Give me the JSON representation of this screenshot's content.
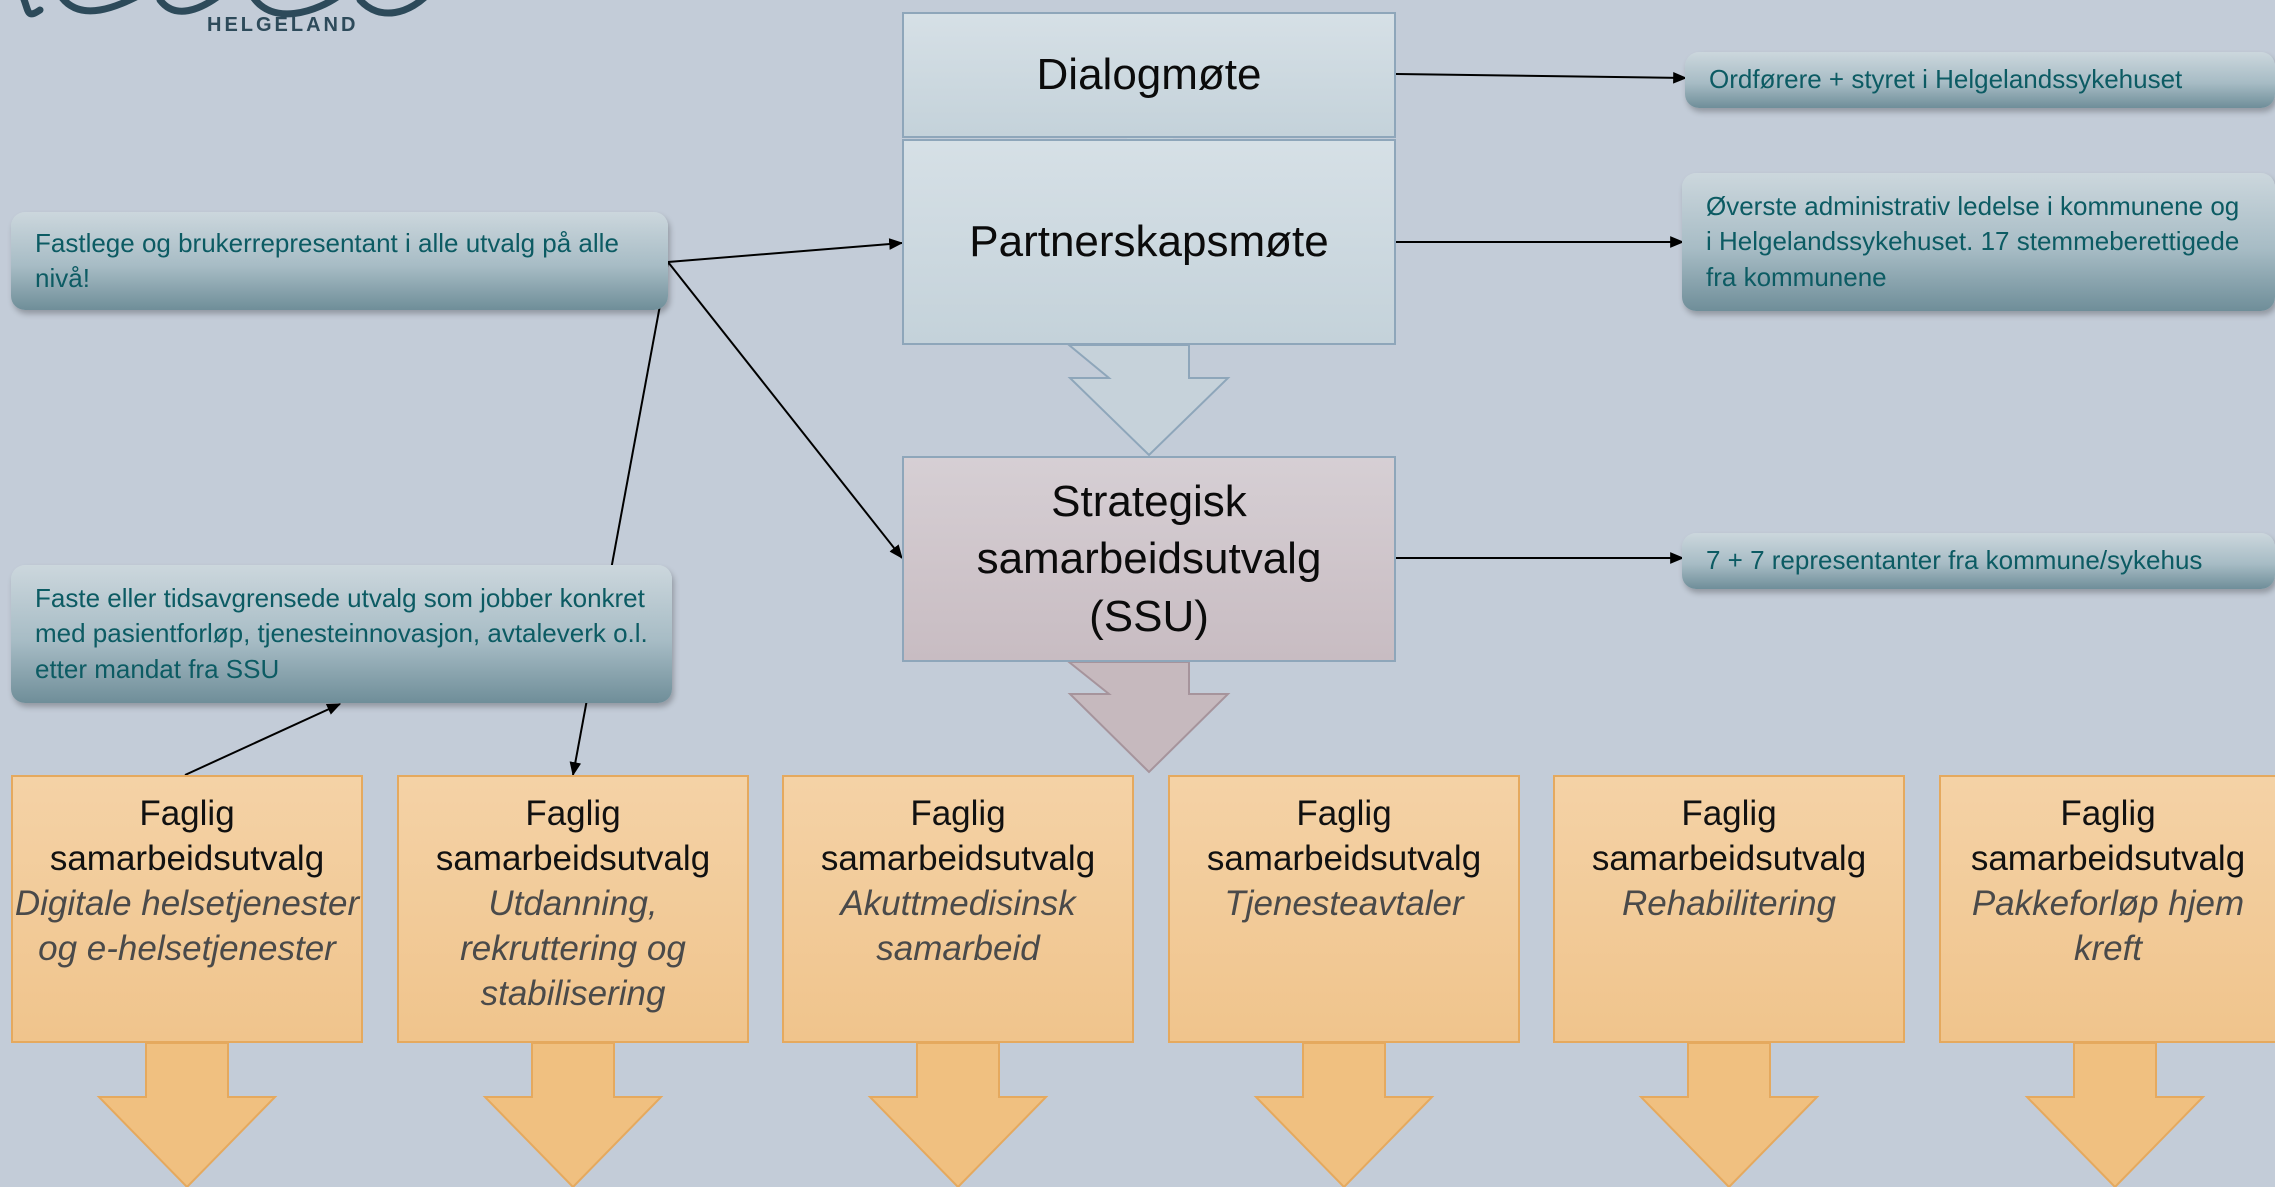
{
  "logo": {
    "script_text": "Helsefellesskap",
    "subtitle": "HELGELAND"
  },
  "boxes": {
    "dialog": "Dialogmøte",
    "partner": "Partnerskapsmøte",
    "ssu": "Strategisk samarbeidsutvalg (SSU)"
  },
  "notes": {
    "ordforere": "Ordførere + styret i Helgelandssykehuset",
    "overste": "Øverste administrativ ledelse i kommunene og i Helgelandssykehuset. 17 stemmeberettigede fra kommunene",
    "fastlege": "Fastlege og brukerrepresentant i alle utvalg på alle nivå!",
    "representanter": "7 + 7 representanter fra kommune/sykehus",
    "faste": "Faste eller tidsavgrensede utvalg som jobber konkret med pasientforløp, tjenesteinnovasjon, avtaleverk o.l. etter mandat fra SSU"
  },
  "faglig": [
    {
      "title": "Faglig samarbeidsutvalg",
      "topic": "Digitale helsetjenester og e-helsetjenester"
    },
    {
      "title": "Faglig samarbeidsutvalg",
      "topic": "Utdanning, rekruttering og stabilisering"
    },
    {
      "title": "Faglig samarbeidsutvalg",
      "topic": "Akuttmedisinsk samarbeid"
    },
    {
      "title": "Faglig samarbeidsutvalg",
      "topic": "Tjenesteavtaler"
    },
    {
      "title": "Faglig samarbeidsutvalg",
      "topic": "Rehabilitering"
    },
    {
      "title": "Faglig samarbeidsutvalg",
      "topic": "Pakkeforløp hjem kreft"
    }
  ],
  "colors": {
    "background": "#c3ccd8",
    "dialog_box": "#d0dbe1",
    "ssu_box": "#d2c8ce",
    "faglig_box": "#f2cb98",
    "faglig_arrow": "#f0c080",
    "note_text": "#0c5b63"
  }
}
